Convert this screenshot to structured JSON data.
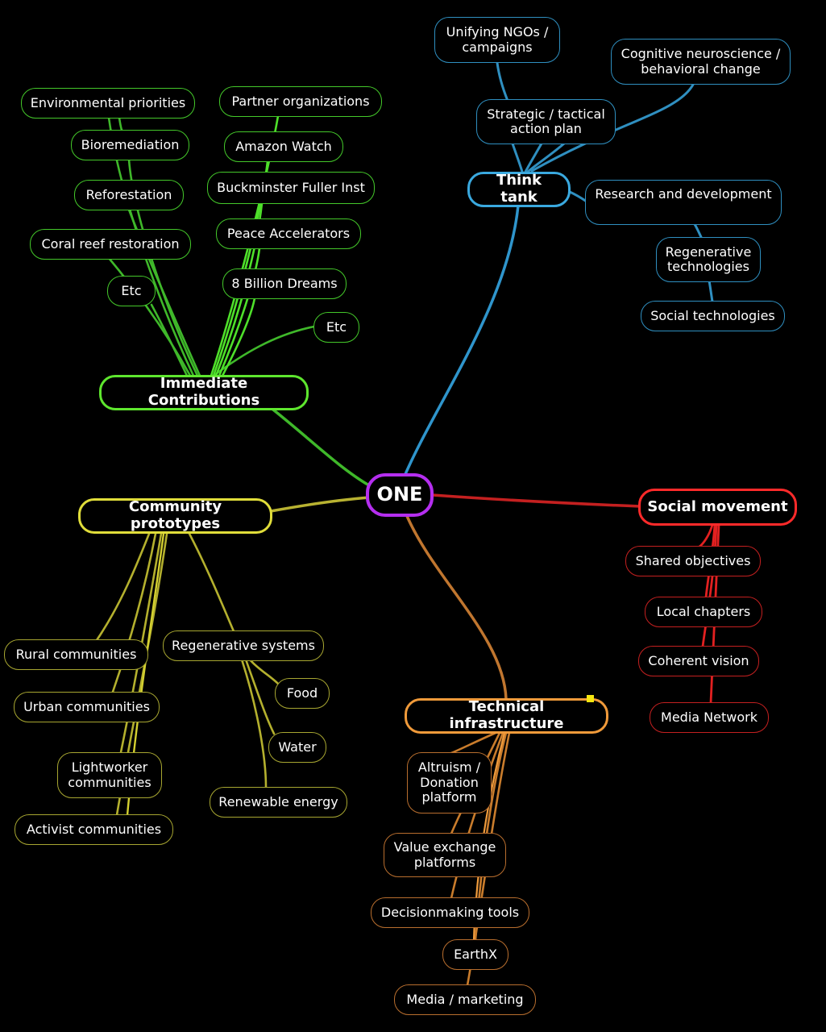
{
  "root": {
    "label": "ONE"
  },
  "branches": {
    "think_tank": {
      "label": "Think tank",
      "color": "#3aa9df",
      "children": [
        "Unifying NGOs /\ncampaigns",
        "Cognitive neuroscience /\nbehavioral change",
        "Strategic / tactical\naction plan",
        "Research and development",
        "Regenerative\ntechnologies",
        "Social technologies"
      ]
    },
    "immediate_contributions": {
      "label": "Immediate Contributions",
      "color": "#5ee62e",
      "children": [
        "Environmental priorities",
        "Bioremediation",
        "Reforestation",
        "Coral reef restoration",
        "Etc",
        "Partner organizations",
        "Amazon Watch",
        "Buckminster Fuller Inst",
        "Peace Accelerators",
        "8 Billion Dreams",
        "Etc"
      ]
    },
    "social_movement": {
      "label": "Social movement",
      "color": "#ff2a2a",
      "children": [
        "Shared objectives",
        "Local chapters",
        "Coherent vision",
        "Media Network"
      ]
    },
    "community_prototypes": {
      "label": "Community prototypes",
      "color": "#e0dd3a",
      "children": [
        "Rural communities",
        "Urban communities",
        "Lightworker\ncommunities",
        "Activist communities",
        "Regenerative systems",
        "Food",
        "Water",
        "Renewable energy"
      ]
    },
    "technical_infrastructure": {
      "label": "Technical infrastructure",
      "color": "#f09a3a",
      "children": [
        "Altruism /\nDonation\nplatform",
        "Value exchange\nplatforms",
        "Decisionmaking tools",
        "EarthX",
        "Media / marketing"
      ]
    }
  }
}
